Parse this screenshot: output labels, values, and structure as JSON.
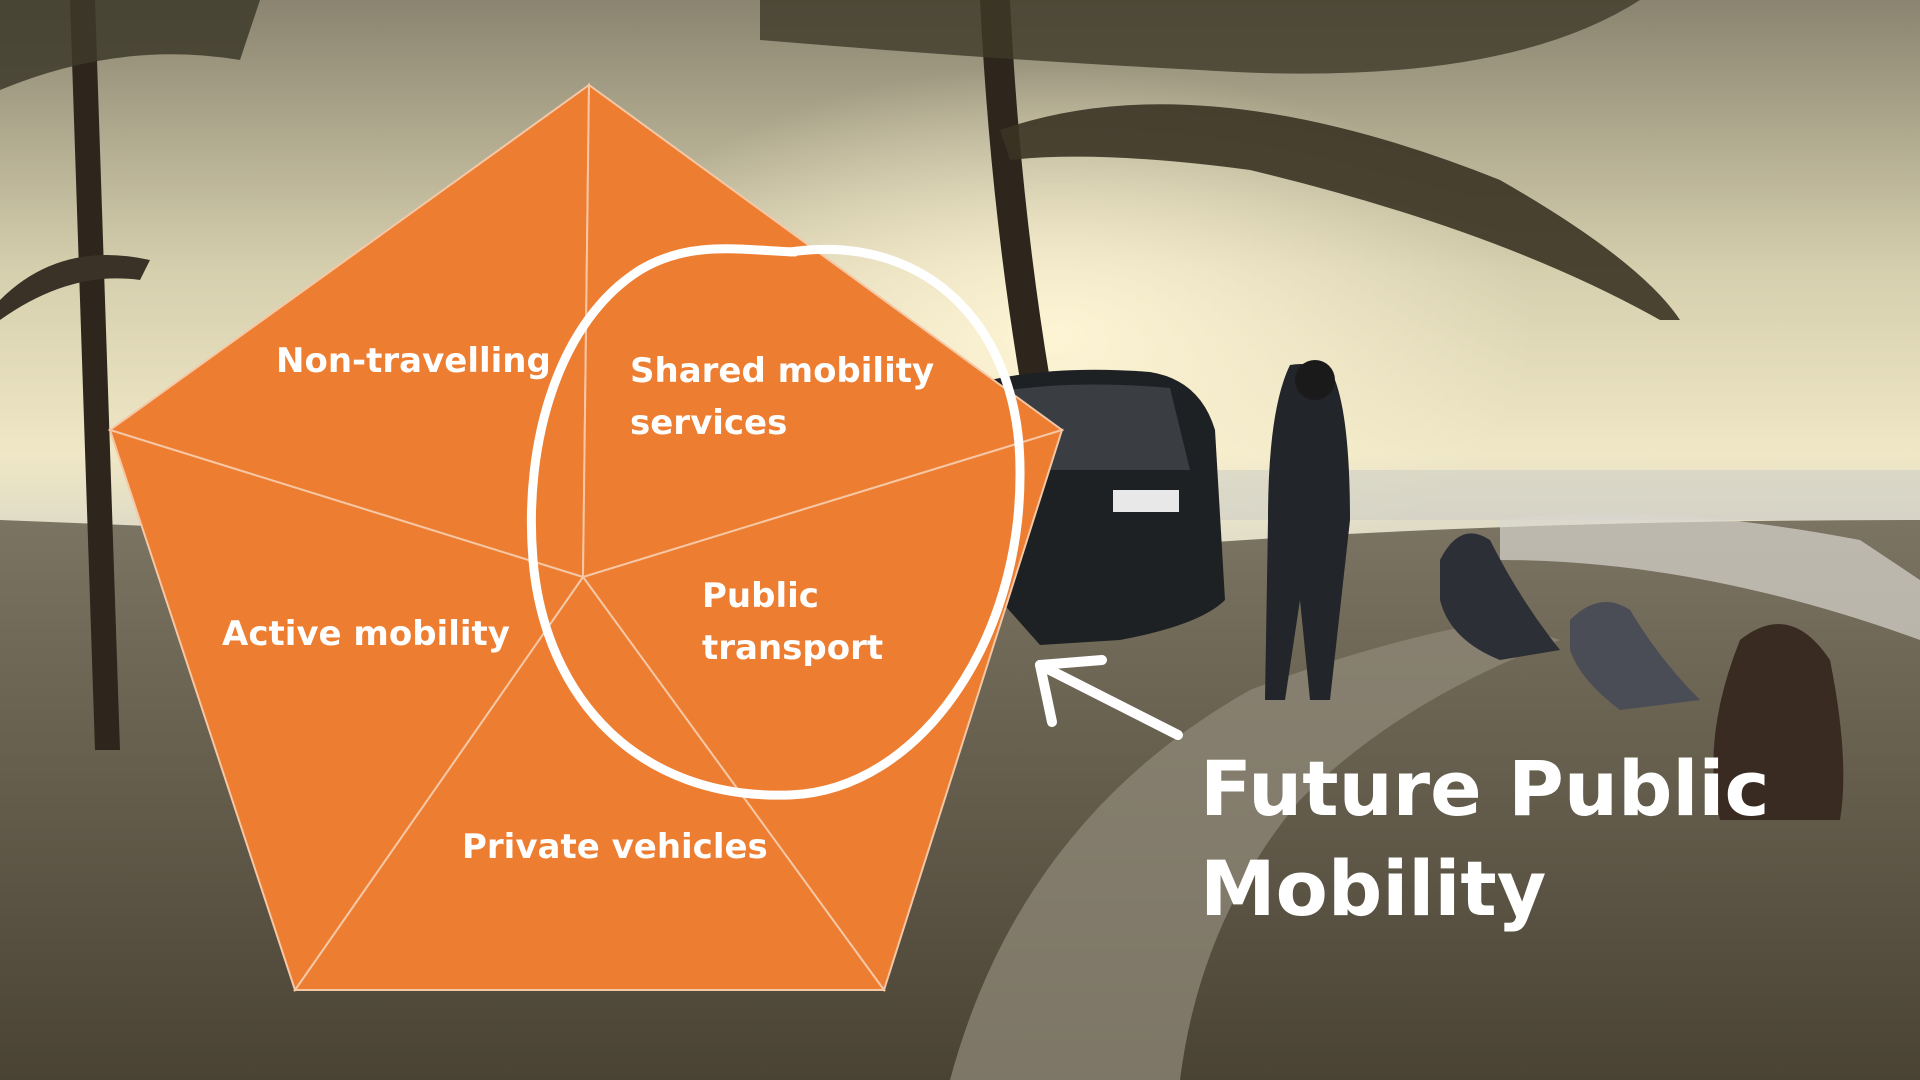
{
  "diagram": {
    "segments": [
      {
        "id": "non-travelling",
        "lines": [
          "Non-travelling"
        ]
      },
      {
        "id": "shared-mobility",
        "lines": [
          "Shared mobility",
          "services"
        ]
      },
      {
        "id": "public-transport",
        "lines": [
          "Public",
          "transport"
        ]
      },
      {
        "id": "private-vehicles",
        "lines": [
          "Private vehicles"
        ]
      },
      {
        "id": "active-mobility",
        "lines": [
          "Active mobility"
        ]
      }
    ],
    "highlight_caption": [
      "Future Public",
      "Mobility"
    ],
    "colors": {
      "segment_fill": "#ED7D31",
      "divider": "#F6C7A4",
      "annotation": "#FFFFFF"
    }
  },
  "background": {
    "scene": "photo-coastal-dunes-sunset",
    "icon": "photo-background"
  }
}
